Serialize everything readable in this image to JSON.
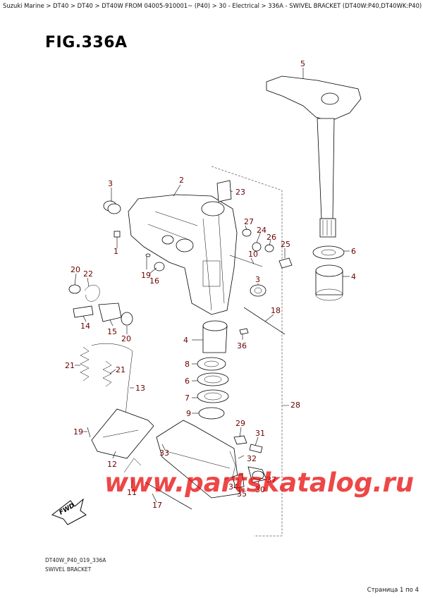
{
  "breadcrumb": "Suzuki Marine > DT40 > DT40 > DT40W FROM 04005-910001~ (P40) > 30 - Electrical > 336A - SWIVEL BRACKET (DT40W:P40,DT40WK:P40)",
  "figure_title": "FIG.336A",
  "diagram_code": "DT40W_P40_019_336A",
  "caption": "SWIVEL BRACKET",
  "fwd_label": "FWD",
  "watermark": "www.partskatalog.ru",
  "pager": "Страница 1 по 4",
  "callouts": {
    "c1": "1",
    "c2": "2",
    "c3a": "3",
    "c3b": "3",
    "c4a": "4",
    "c4b": "4",
    "c5": "5",
    "c6a": "6",
    "c6b": "6",
    "c7": "7",
    "c8": "8",
    "c9": "9",
    "c10": "10",
    "c11": "11",
    "c12": "12",
    "c13": "13",
    "c14": "14",
    "c15": "15",
    "c16": "16",
    "c17": "17",
    "c18": "18",
    "c19a": "19",
    "c19b": "19",
    "c20a": "20",
    "c20b": "20",
    "c21a": "21",
    "c21b": "21",
    "c22": "22",
    "c23": "23",
    "c24": "24",
    "c25": "25",
    "c26": "26",
    "c27": "27",
    "c28": "28",
    "c29": "29",
    "c30": "30",
    "c31": "31",
    "c32": "32",
    "c33": "33",
    "c34": "34",
    "c35": "35",
    "c36": "36",
    "c37": "37"
  }
}
